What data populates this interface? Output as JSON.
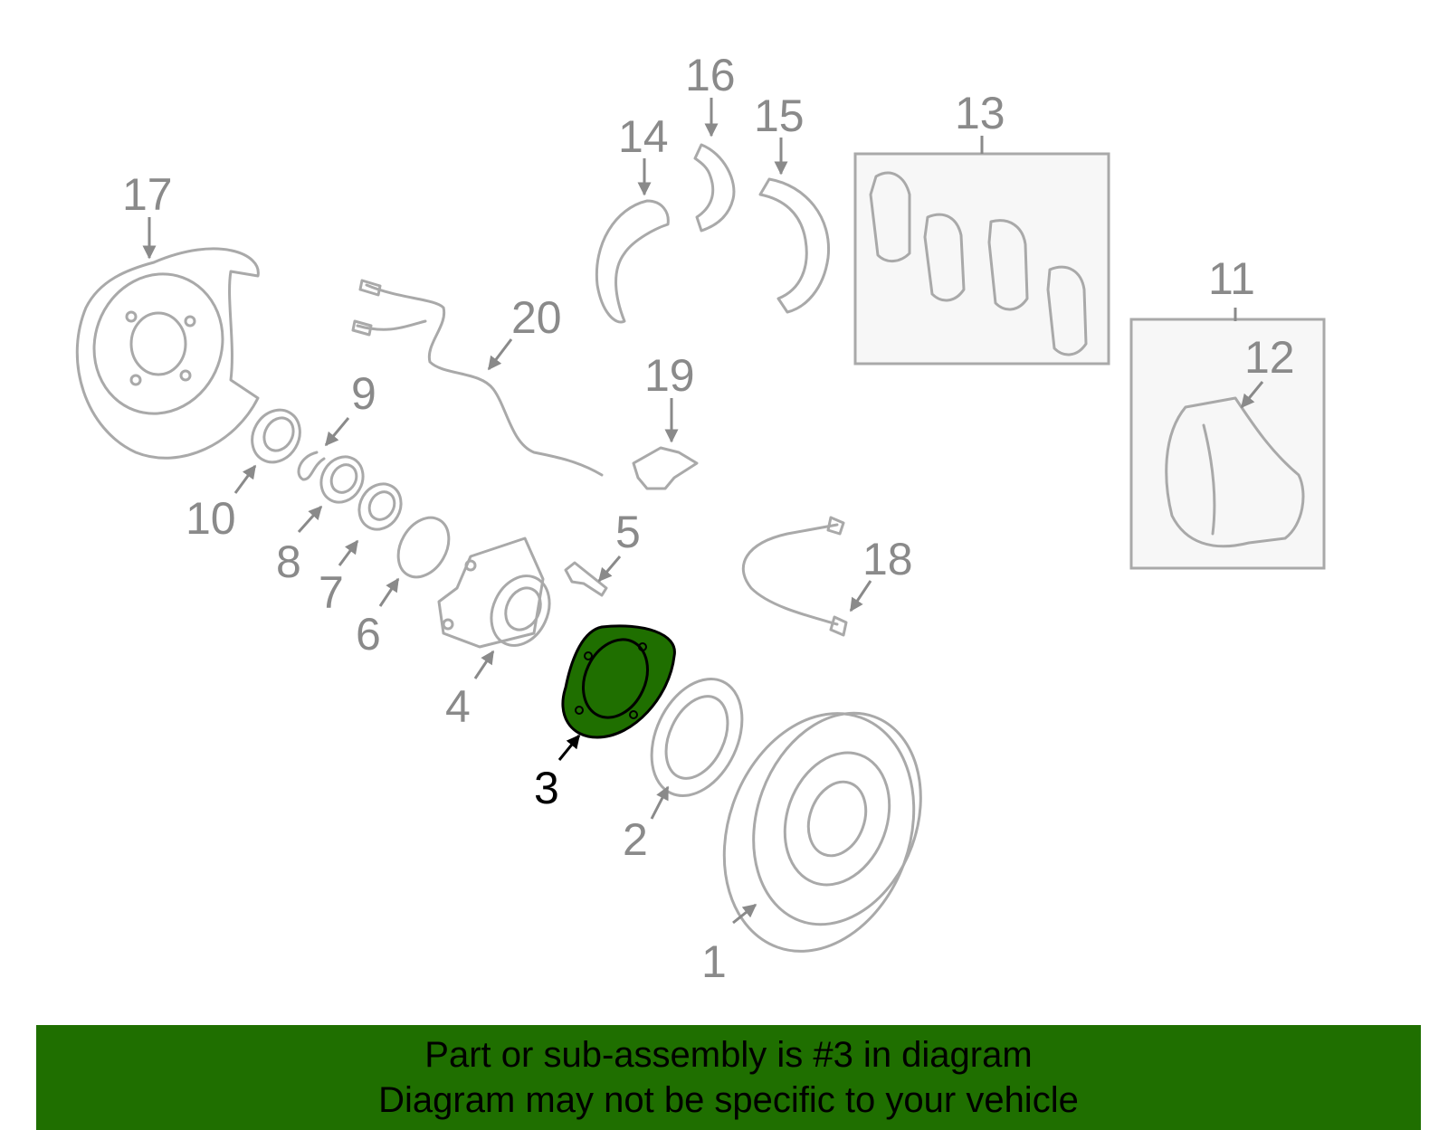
{
  "diagram": {
    "highlight_color": "#1f6f00",
    "line_color": "#a9a9a9",
    "callouts": [
      "1",
      "2",
      "3",
      "4",
      "5",
      "6",
      "7",
      "8",
      "9",
      "10",
      "11",
      "12",
      "13",
      "14",
      "15",
      "16",
      "17",
      "18",
      "19",
      "20"
    ],
    "highlighted_part": "3"
  },
  "banner": {
    "line1": "Part or sub-assembly is #3 in diagram",
    "line2": "Diagram may not be specific to your vehicle",
    "background": "#1f6f00"
  }
}
